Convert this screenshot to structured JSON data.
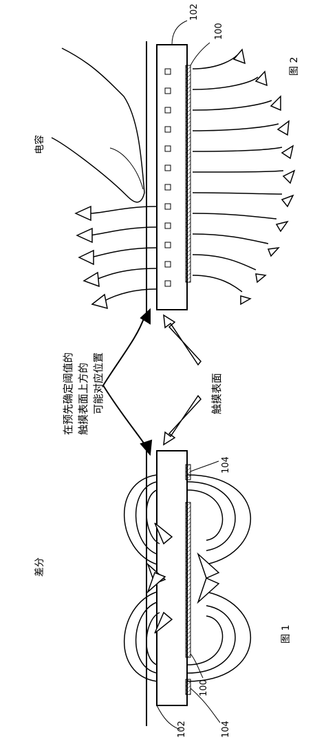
{
  "labels": {
    "fig1_title": "图 1",
    "fig2_title": "图 2",
    "differential": "差分",
    "capacitance": "电容",
    "ref_102_left": "102",
    "ref_104_left_bottom": "104",
    "ref_100_left": "100",
    "ref_104_left_top": "104",
    "ref_102_right": "102",
    "ref_100_right": "100",
    "callout_line1": "在预先确定阈值的",
    "callout_line2": "触摸表面上方的",
    "callout_line3": "可能对应位置",
    "touch_surface": "触摸表面"
  },
  "colors": {
    "stroke": "#000000",
    "fill": "#ffffff",
    "hatch": "#000000"
  }
}
